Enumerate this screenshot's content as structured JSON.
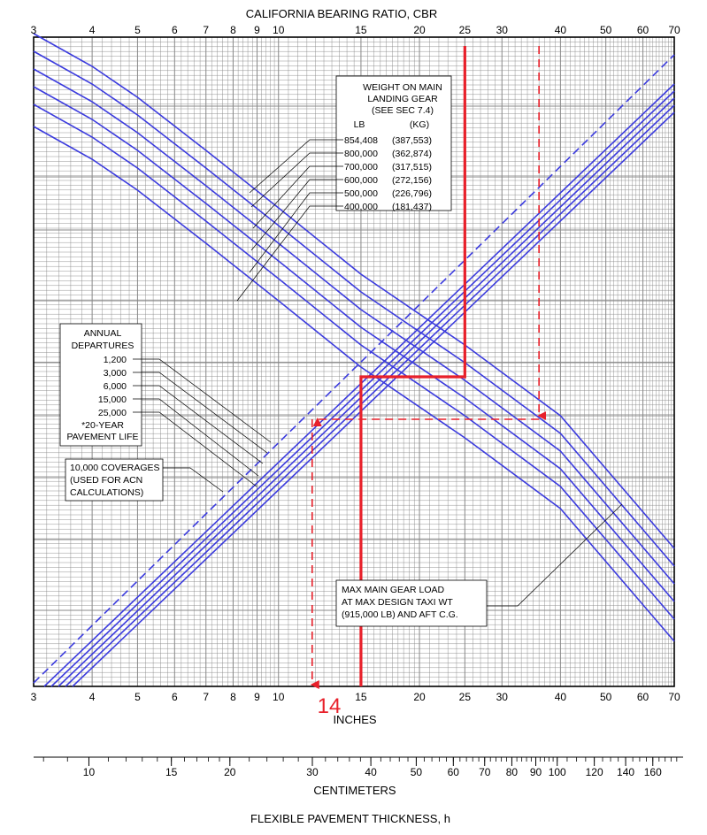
{
  "chart_data": {
    "type": "line",
    "title": "CALIFORNIA BEARING RATIO, CBR",
    "xlabel": "FLEXIBLE PAVEMENT THICKNESS, h",
    "x_scale": "log",
    "top_axis_ticks": [
      "3",
      "4",
      "5",
      "6",
      "7",
      "8",
      "9",
      "10",
      "15",
      "20",
      "25",
      "30",
      "40",
      "50",
      "60",
      "70"
    ],
    "bottom_axis_ticks": [
      "3",
      "4",
      "5",
      "6",
      "7",
      "8",
      "9",
      "10",
      "15",
      "20",
      "25",
      "30",
      "40",
      "50",
      "60",
      "70"
    ],
    "inches_label": "INCHES",
    "cm_label": "CENTIMETERS",
    "cm_ticks": [
      "10",
      "15",
      "20",
      "30",
      "40",
      "50",
      "60",
      "70",
      "80",
      "90",
      "100",
      "120",
      "140",
      "160"
    ],
    "weight_box": {
      "header": [
        "WEIGHT ON MAIN",
        "LANDING GEAR",
        "(SEE SEC 7.4)"
      ],
      "units": [
        "LB",
        "(KG)"
      ],
      "entries": [
        {
          "lb": "854,408",
          "kg": "(387,553)"
        },
        {
          "lb": "800,000",
          "kg": "(362,874)"
        },
        {
          "lb": "700,000",
          "kg": "(317,515)"
        },
        {
          "lb": "600,000",
          "kg": "(272,156)"
        },
        {
          "lb": "500,000",
          "kg": "(226,796)"
        },
        {
          "lb": "400,000",
          "kg": "(181,437)"
        }
      ]
    },
    "departures_box": {
      "header": [
        "ANNUAL",
        "DEPARTURES"
      ],
      "entries": [
        "1,200",
        "3,000",
        "6,000",
        "15,000",
        "25,000"
      ],
      "footer": [
        "*20-YEAR",
        "PAVEMENT LIFE"
      ]
    },
    "coverages_box": [
      "10,000 COVERAGES",
      "(USED FOR ACN",
      "CALCULATIONS)"
    ],
    "max_load_box": [
      "MAX MAIN GEAR LOAD",
      "AT MAX DESIGN TAXI WT",
      "(915,000 LB) AND AFT C.G."
    ],
    "example": {
      "cbr": 25,
      "departures_line_cbr": 36,
      "result_inches": 14,
      "result_label": "14"
    },
    "colors": {
      "curves": "#3b3bde",
      "example_path": "#e8202a",
      "grid": "#888888"
    }
  }
}
